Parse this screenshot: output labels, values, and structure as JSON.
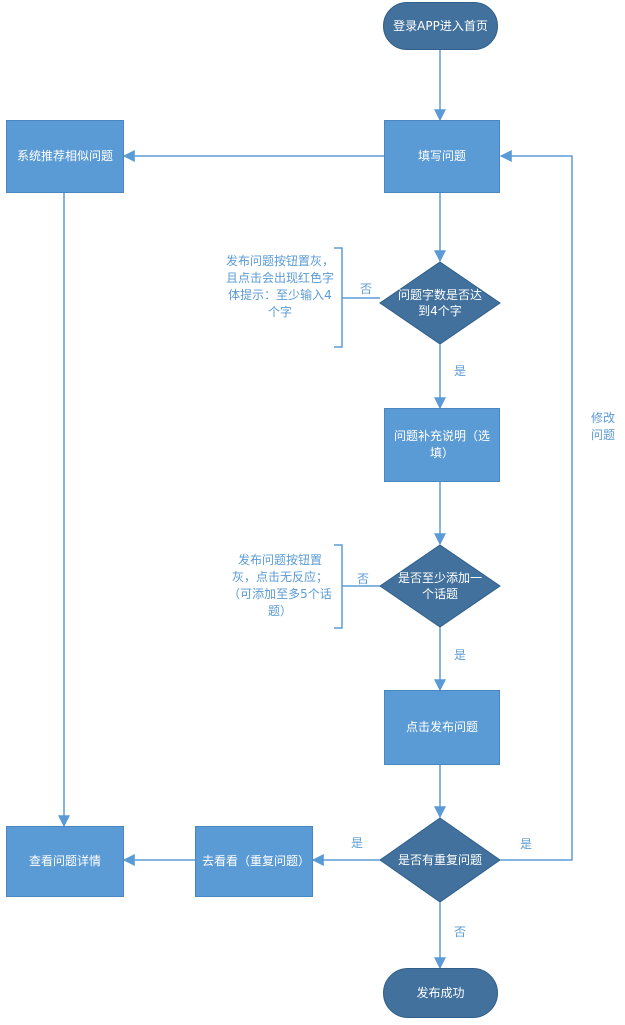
{
  "nodes": {
    "start": "登录APP进入首页",
    "fill_question": "填写问题",
    "recommend_similar": "系统推荐相似问题",
    "check_length": "问题字数是否达到4个字",
    "supplement": "问题补充说明（选填）",
    "check_topic": "是否至少添加一个话题",
    "click_publish": "点击发布问题",
    "check_duplicate": "是否有重复问题",
    "go_look": "去看看（重复问题）",
    "view_detail": "查看问题详情",
    "end": "发布成功"
  },
  "labels": {
    "no_length": "否",
    "yes_length": "是",
    "no_topic": "否",
    "yes_topic": "是",
    "yes_dup_left": "是",
    "yes_dup_right": "是",
    "no_dup": "否",
    "modify": "修改问题"
  },
  "notes": {
    "length_note": "发布问题按钮置灰，且点击会出现红色字体提示：至少输入4个字",
    "topic_note": "发布问题按钮置灰，点击无反应；（可添加至多5个话题）"
  },
  "colors": {
    "process": "#5b9bd5",
    "terminal": "#41719c",
    "line": "#5b9bd5"
  }
}
